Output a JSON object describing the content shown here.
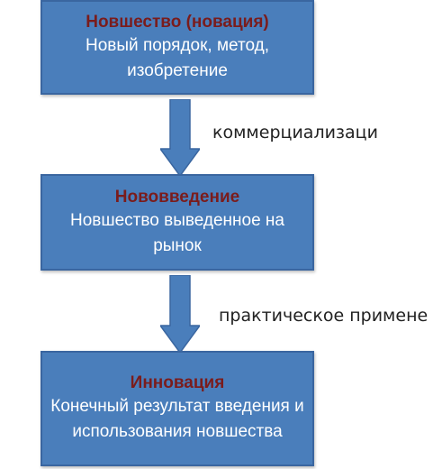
{
  "nodes": [
    {
      "title": "Новшество (новация)",
      "desc": "Новый порядок, метод, изобретение"
    },
    {
      "title": "Нововведение",
      "desc": "Новшество выведенное на рынок"
    },
    {
      "title": "Инновация",
      "desc": "Конечный результат введения и использования новшества"
    }
  ],
  "edges": [
    {
      "label": "коммерциализаци"
    },
    {
      "label": "практическое примене"
    }
  ],
  "colors": {
    "box_fill": "#4a7ebb",
    "box_border": "#3a66a0",
    "title_text": "#7a1c1c",
    "arrow_fill": "#4a7ebb"
  }
}
